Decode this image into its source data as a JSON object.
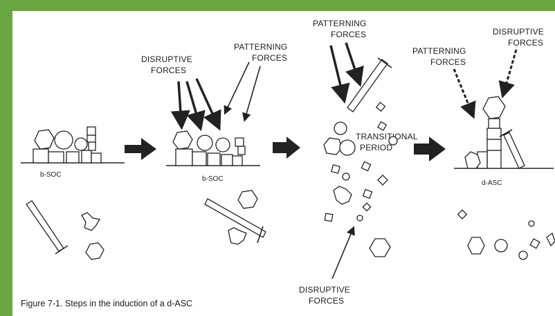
{
  "figure": {
    "caption": "Figure 7-1.  Steps in the induction of a d-ASC"
  },
  "panels": {
    "p1": {
      "label": "b-SOC"
    },
    "p2": {
      "label": "b-SOC",
      "disruptive_line1": "DISRUPTIVE",
      "disruptive_line2": "FORCES",
      "patterning_line1": "PATTERNING",
      "patterning_line2": "FORCES"
    },
    "p3": {
      "patterning_line1": "PATTERNING",
      "patterning_line2": "FORCES",
      "transitional_line1": "TRANSITIONAL",
      "transitional_line2": "PERIOD",
      "disruptive_line1": "DISRUPTIVE",
      "disruptive_line2": "FORCES"
    },
    "p4": {
      "label": "d-ASC",
      "patterning_line1": "PATTERNING",
      "patterning_line2": "FORCES",
      "disruptive_line1": "DISRUPTIVE",
      "disruptive_line2": "FORCES"
    }
  },
  "colors": {
    "border": "#6aa642",
    "paper": "#ffffff",
    "ink": "#222222"
  }
}
